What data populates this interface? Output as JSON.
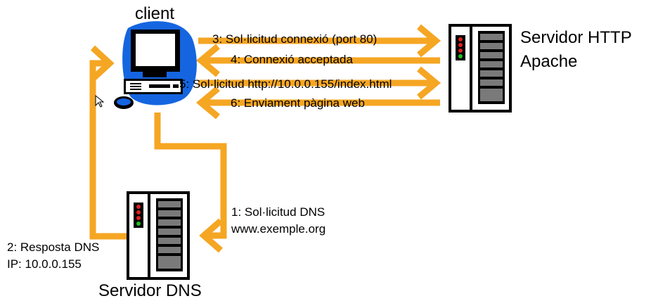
{
  "nodes": {
    "client": {
      "label": "client"
    },
    "http_server": {
      "label_line1": "Servidor HTTP",
      "label_line2": "Apache"
    },
    "dns_server": {
      "label": "Servidor DNS"
    }
  },
  "steps": {
    "dns_request": {
      "line1": "1: Sol·licitud DNS",
      "line2": "www.exemple.org"
    },
    "dns_response": {
      "line1": "2: Resposta DNS",
      "line2": "IP: 10.0.0.155"
    },
    "connection_request": {
      "label": "3: Sol·licitud connexió (port 80)"
    },
    "connection_accepted": {
      "label": "4: Connexió acceptada"
    },
    "http_request": {
      "label": "5: Sol·licitud http://10.0.0.155/index.html"
    },
    "page_sent": {
      "label": "6: Enviament pàgina web"
    }
  },
  "colors": {
    "arrow": "#F5A623",
    "computer": "#1565E0",
    "server_body": "#ffffff",
    "server_rack": "#666666"
  }
}
